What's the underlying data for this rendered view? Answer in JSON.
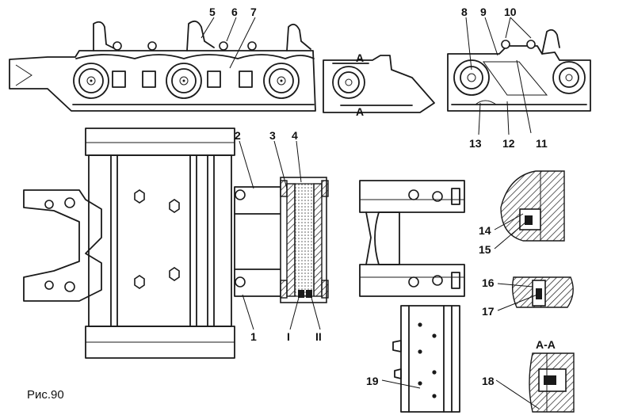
{
  "figure": {
    "caption": "Рис.90"
  },
  "callouts": {
    "c1": "1",
    "c2": "2",
    "c3": "3",
    "c4": "4",
    "c5": "5",
    "c6": "6",
    "c7": "7",
    "c8": "8",
    "c9": "9",
    "c10": "10",
    "c11": "11",
    "c12": "12",
    "c13": "13",
    "c14": "14",
    "c15": "15",
    "c16": "16",
    "c17": "17",
    "c18": "18",
    "c19": "19",
    "cI": "I",
    "cII": "II"
  },
  "section": {
    "title": "А-А",
    "mark_top": "А",
    "mark_bottom": "А"
  }
}
